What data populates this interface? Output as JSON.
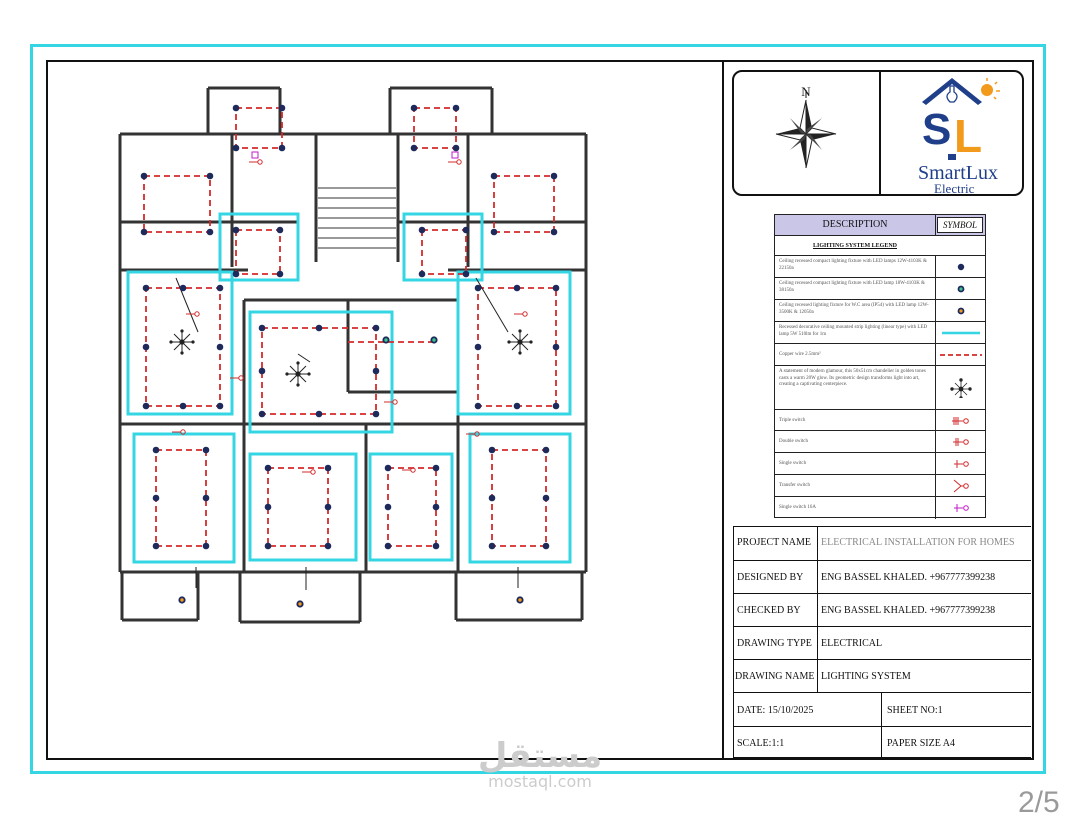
{
  "compass": {
    "north_label": "N"
  },
  "brand": {
    "monogram": "SL",
    "name": "SmartLux",
    "sub": "Electric",
    "colors": {
      "navy": "#1f3f8a",
      "orange": "#f29a1c"
    }
  },
  "legend": {
    "header": {
      "description": "DESCRIPTION",
      "symbol": "SYMBOL"
    },
    "title": "LIGHTING SYSTEM LEGEND",
    "rows": [
      {
        "text": "Ceiling recessed compact lighting fixture with LED lamps 12W-4103K & 22150a",
        "symbol": "lamp-navy-icon"
      },
      {
        "text": "Ceiling recessed compact lighting fixture with LED lamp 18W-4103K & 38150a",
        "symbol": "lamp-green-icon"
      },
      {
        "text": "Ceiling recessed lighting fixture for W.C area (IP54) with LED lamp 12W-3500K & 12050a",
        "symbol": "lamp-orange-icon"
      },
      {
        "text": "Recessed decorative ceiling mounted strip lighting (linear type) with LED lamp 5W 510lm for 1m",
        "symbol": "strip-cyan-icon"
      },
      {
        "text": "Copper wire 2.5mm²",
        "symbol": "wire-red-dash-icon"
      },
      {
        "text": "A statement of modern glamour, this 50x51cm chandelier in golden tones casts a warm 20W glow. Its geometric design transforms light into art, creating a captivating centerpiece.",
        "symbol": "chandelier-icon"
      },
      {
        "text": "Triple switch",
        "symbol": "triple-switch-icon"
      },
      {
        "text": "Double switch",
        "symbol": "double-switch-icon"
      },
      {
        "text": "Single switch",
        "symbol": "single-switch-icon"
      },
      {
        "text": "Transfer switch",
        "symbol": "transfer-switch-icon"
      },
      {
        "text": "Single switch 16A",
        "symbol": "single-switch-16a-icon"
      }
    ]
  },
  "title_block": {
    "project_name_label": "PROJECT NAME",
    "project_name": "ELECTRICAL INSTALLATION FOR HOMES",
    "designed_by_label": "DESIGNED BY",
    "designed_by": "ENG BASSEL KHALED. +967777399238",
    "checked_by_label": "CHECKED BY",
    "checked_by": "ENG BASSEL KHALED. +967777399238",
    "drawing_type_label": "DRAWING TYPE",
    "drawing_type": "ELECTRICAL",
    "drawing_name_label": "DRAWING NAME",
    "drawing_name": "LIGHTING SYSTEM",
    "date": "DATE: 15/10/2025",
    "sheet_no": "SHEET NO:1",
    "scale": "SCALE:1:1",
    "paper_size": "PAPER SIZE A4"
  },
  "watermark": {
    "arabic": "مستقل",
    "latin": "mostaql.com"
  },
  "page_indicator": "2/5",
  "colors": {
    "frame_cyan": "#35d6e3",
    "wire_red": "#d42b2b",
    "lamp_navy": "#1e2a5c",
    "switch_magenta": "#c21cc8"
  }
}
